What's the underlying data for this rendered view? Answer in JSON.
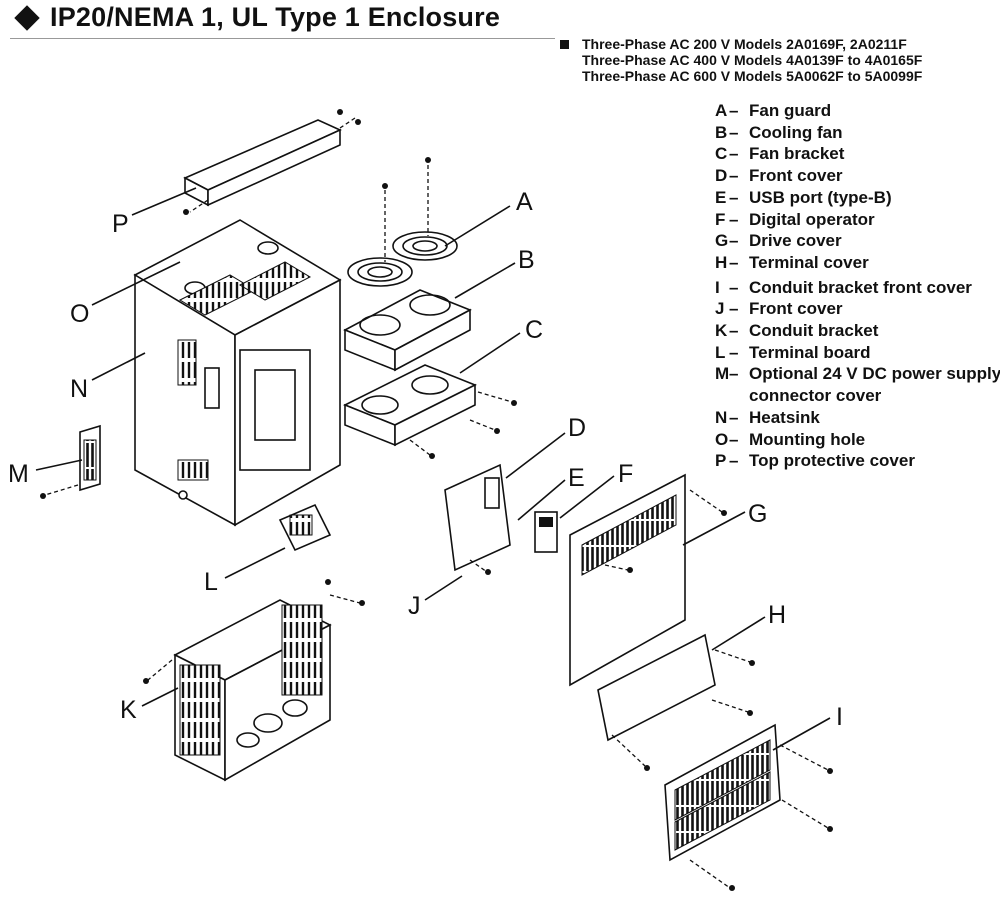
{
  "title": "IP20/NEMA 1, UL Type 1 Enclosure",
  "models": [
    "Three-Phase AC 200 V Models 2A0169F, 2A0211F",
    "Three-Phase AC 400 V Models 4A0139F to 4A0165F",
    "Three-Phase AC 600 V Models 5A0062F to 5A0099F"
  ],
  "legend": [
    {
      "letter": "A",
      "label": "Fan guard"
    },
    {
      "letter": "B",
      "label": "Cooling fan"
    },
    {
      "letter": "C",
      "label": "Fan bracket"
    },
    {
      "letter": "D",
      "label": "Front cover"
    },
    {
      "letter": "E",
      "label": "USB port (type-B)"
    },
    {
      "letter": "F",
      "label": "Digital operator"
    },
    {
      "letter": "G",
      "label": "Drive cover"
    },
    {
      "letter": "H",
      "label": "Terminal cover"
    },
    {
      "letter": "I",
      "label": "Conduit bracket front cover"
    },
    {
      "letter": "J",
      "label": "Front cover"
    },
    {
      "letter": "K",
      "label": "Conduit bracket"
    },
    {
      "letter": "L",
      "label": "Terminal board"
    },
    {
      "letter": "M",
      "label": "Optional 24 V DC power supply",
      "label2": "connector cover"
    },
    {
      "letter": "N",
      "label": "Heatsink"
    },
    {
      "letter": "O",
      "label": "Mounting hole"
    },
    {
      "letter": "P",
      "label": "Top protective cover"
    }
  ],
  "dash": "–",
  "callouts": {
    "A": "A",
    "B": "B",
    "C": "C",
    "D": "D",
    "E": "E",
    "F": "F",
    "G": "G",
    "H": "H",
    "I": "I",
    "J": "J",
    "K": "K",
    "L": "L",
    "M": "M",
    "N": "N",
    "O": "O",
    "P": "P"
  }
}
